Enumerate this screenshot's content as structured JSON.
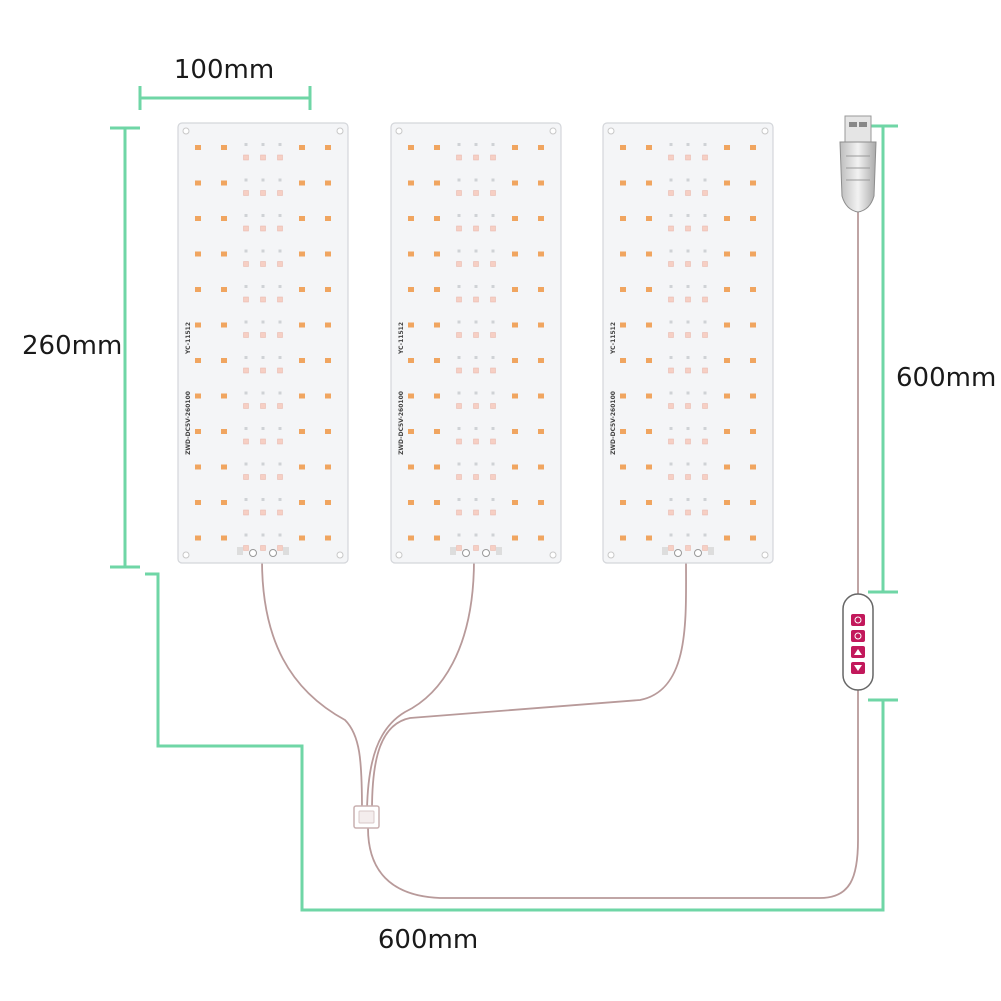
{
  "dimensions": {
    "panel_width": "100mm",
    "panel_height": "260mm",
    "usb_cable_length": "600mm",
    "extension_length": "600mm"
  },
  "panels": [
    {
      "model": "YC-11512",
      "code": "ZWD-DC5V-260100"
    },
    {
      "model": "YC-11512",
      "code": "ZWD-DC5V-260100"
    },
    {
      "model": "YC-11512",
      "code": "ZWD-DC5V-260100"
    }
  ],
  "controller": {
    "buttons": [
      "power-icon",
      "timer-icon",
      "dim-icon",
      "mode-icon"
    ]
  },
  "colors": {
    "dimension_line": "#6fd6a6",
    "board": "#f4f5f7",
    "led_warm": "#f0a560",
    "led_pink": "#f6cfc4",
    "cable": "#b89a9a",
    "button": "#c2185b"
  }
}
